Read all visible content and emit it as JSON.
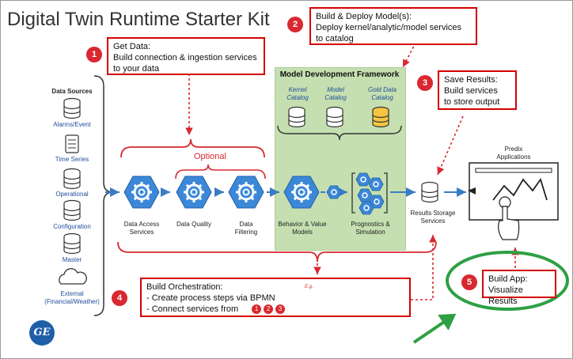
{
  "title": "Digital Twin Runtime Starter Kit",
  "steps": {
    "get_data": {
      "number": "1",
      "line1": "Get Data:",
      "line2": "Build connection & ingestion services",
      "line3": "to your data"
    },
    "deploy": {
      "number": "2",
      "line1": "Build & Deploy Model(s):",
      "line2": "Deploy kernel/analytic/model services",
      "line3": "to catalog"
    },
    "save": {
      "number": "3",
      "line1": "Save Results:",
      "line2": "Build services",
      "line3": "to store output"
    },
    "orchestration": {
      "number": "4",
      "line1": "Build Orchestration:",
      "line2": "- Create process steps via BPMN",
      "line3": "- Connect services from",
      "badges": [
        "1",
        "2",
        "3"
      ],
      "eg": "E.g."
    },
    "app": {
      "number": "5",
      "line1": "Build App:",
      "line2": "Visualize Results"
    }
  },
  "data_sources": {
    "title": "Data Sources",
    "items": [
      "Alarms/Event",
      "Time Series",
      "Operational",
      "Configuration",
      "Master",
      "External\n(Financial/Weather)"
    ]
  },
  "optional_label": "Optional",
  "pipeline": {
    "data_access": "Data Access\nServices",
    "data_quality": "Data Quality",
    "data_filtering": "Data\nFiltering",
    "behavior_value": "Behavior & Value\nModels",
    "prognostics": "Prognostics &\nSimulation"
  },
  "framework": {
    "title": "Model Development Framework",
    "catalogs": [
      "Kernel\nCatalog",
      "Model\nCatalog",
      "Gold Data\nCatalog"
    ]
  },
  "results_storage": "Results Storage\nServices",
  "predix_apps": "Predix\nApplications",
  "logo": "GE",
  "colors": {
    "red": "#d9282f",
    "green_panel": "#c5dfb0",
    "blue_gear": "#2f7fd0",
    "green_ellipse": "#2ea043",
    "gold_db": "#f5c542"
  }
}
